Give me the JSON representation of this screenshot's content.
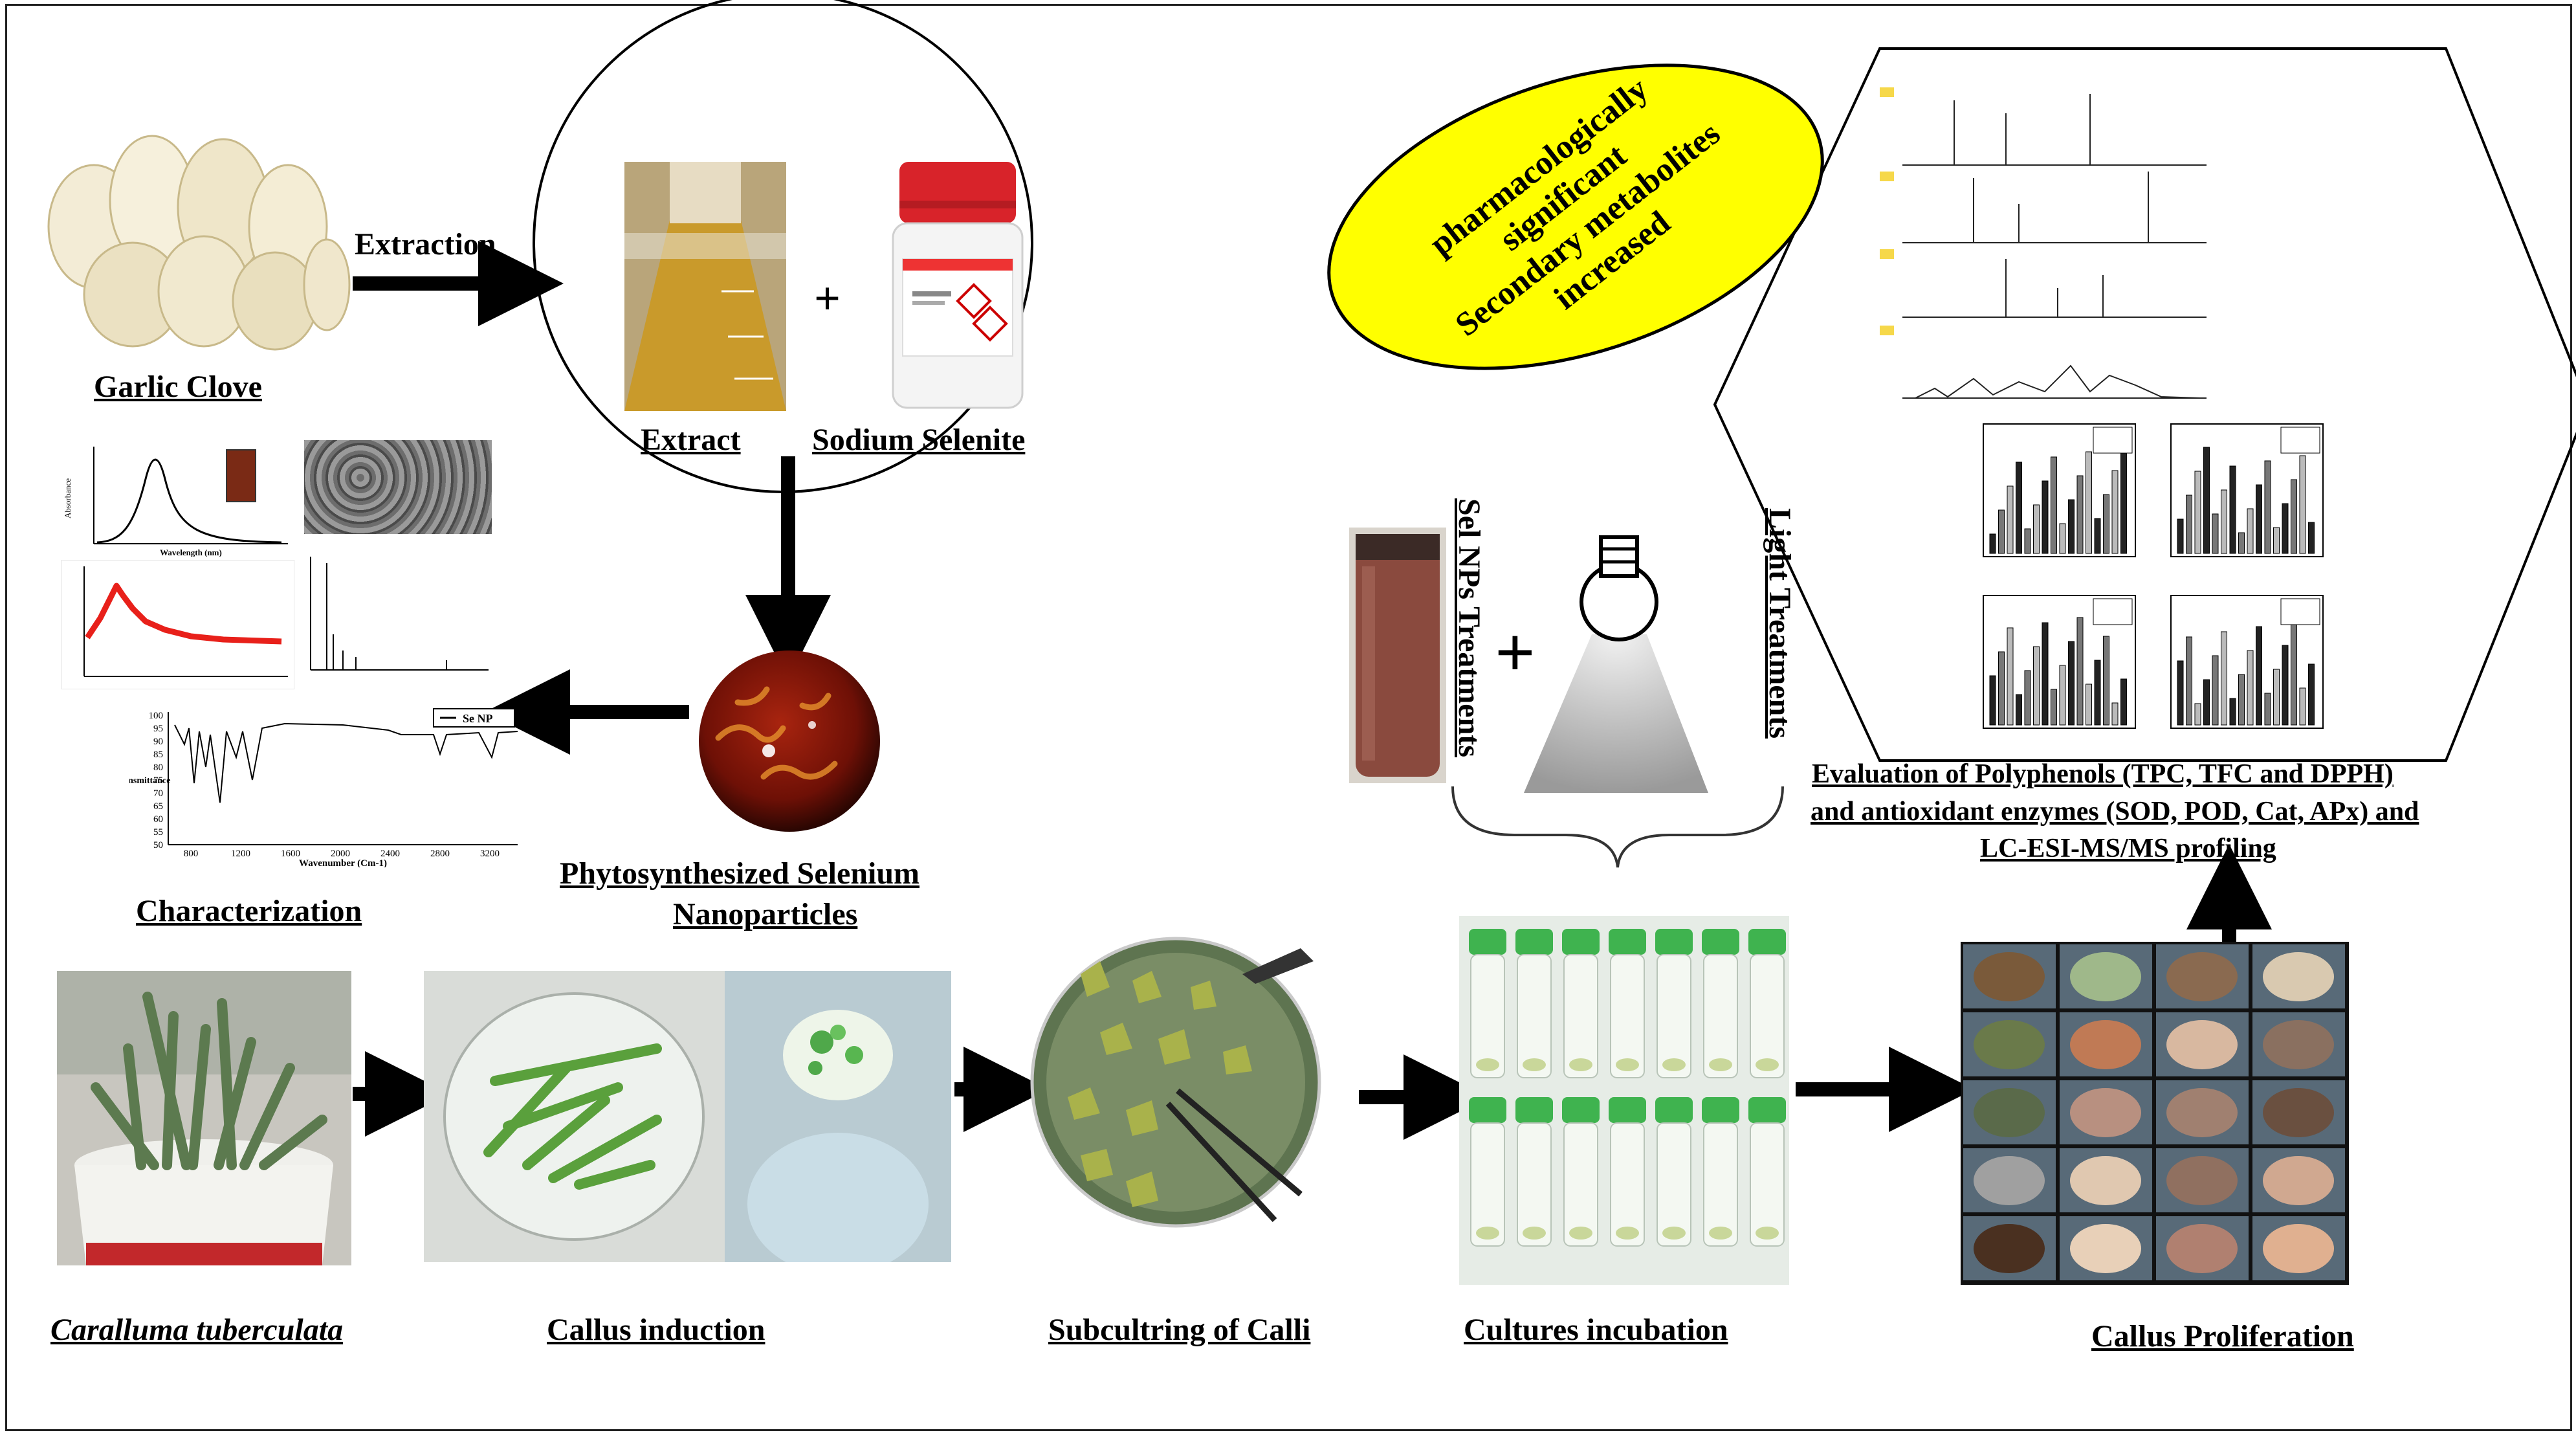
{
  "labels": {
    "garlic_clove": "Garlic Clove",
    "extraction": "Extraction",
    "extract": "Extract",
    "sodium_selenite": "Sodium Selenite",
    "plus": "+",
    "characterization": "Characterization",
    "phyto_line1": "Phytosynthesized Selenium",
    "phyto_line2": "Nanoparticles",
    "caralluma": "Caralluma tuberculata",
    "callus_induction": "Callus induction",
    "subculturing": "Subcultring of Calli",
    "cultures_incubation": "Cultures incubation",
    "callus_proliferation": "Callus Proliferation",
    "selnps_treatments": "Sel NPs Treatments",
    "light_treatments": "Light Treatments",
    "plus2": "+",
    "eval_line1": "Evaluation of Polyphenols (TPC, TFC and DPPH)",
    "eval_line2": "and antioxidant enzymes (SOD, POD, Cat, APx) and",
    "eval_line3": "LC-ESI-MS/MS profiling"
  },
  "ellipse_text": {
    "line1": "pharmacologically",
    "line2": "significant",
    "line3": "Secondary metabolites",
    "line4": "increased"
  },
  "mini_charts": {
    "uv_xlabel": "Wavelength (nm)",
    "uv_ylabel": "Absorbance",
    "ftir_legend": "Se NP",
    "ftir_xlabel": "Wavenumber (Cm-1)",
    "ftir_ylabel": "Transmittance",
    "ftir_yticks": [
      "100",
      "95",
      "90",
      "85",
      "80",
      "75",
      "70",
      "65",
      "60",
      "55",
      "50"
    ],
    "ftir_xticks": [
      "800",
      "1200",
      "1600",
      "2000",
      "2400",
      "2800",
      "3200"
    ]
  },
  "colors": {
    "ellipse_fill": "#ffff00",
    "arrow": "#000000",
    "xrd_line": "#e8201a",
    "nanoparticle": "#7a1208"
  }
}
